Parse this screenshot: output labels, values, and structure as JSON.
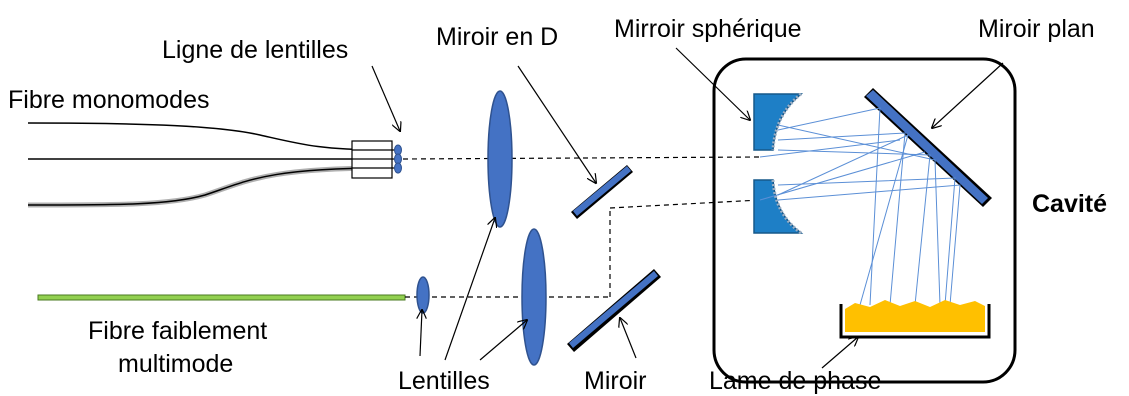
{
  "labels": {
    "ligne_de_lentilles": "Ligne de lentilles",
    "fibre_monomodes": "Fibre monomodes",
    "miroir_en_d": "Miroir en D",
    "mirroir_spherique": "Mirroir sphérique",
    "miroir_plan": "Miroir plan",
    "cavite": "Cavité",
    "fibre_faiblement_line1": "Fibre faiblement",
    "fibre_faiblement_line2": "multimode",
    "lentilles": "Lentilles",
    "miroir": "Miroir",
    "lame_de_phase": "Lame de phase"
  },
  "colors": {
    "optic_blue": "#4472c4",
    "optic_outline": "#2f528f",
    "mirror_blue": "#1e7fc6",
    "beam_blue": "#5b8fd6",
    "fiber_green": "#92d050",
    "phase_plate_yellow": "#ffc000",
    "line_black": "#000000"
  }
}
